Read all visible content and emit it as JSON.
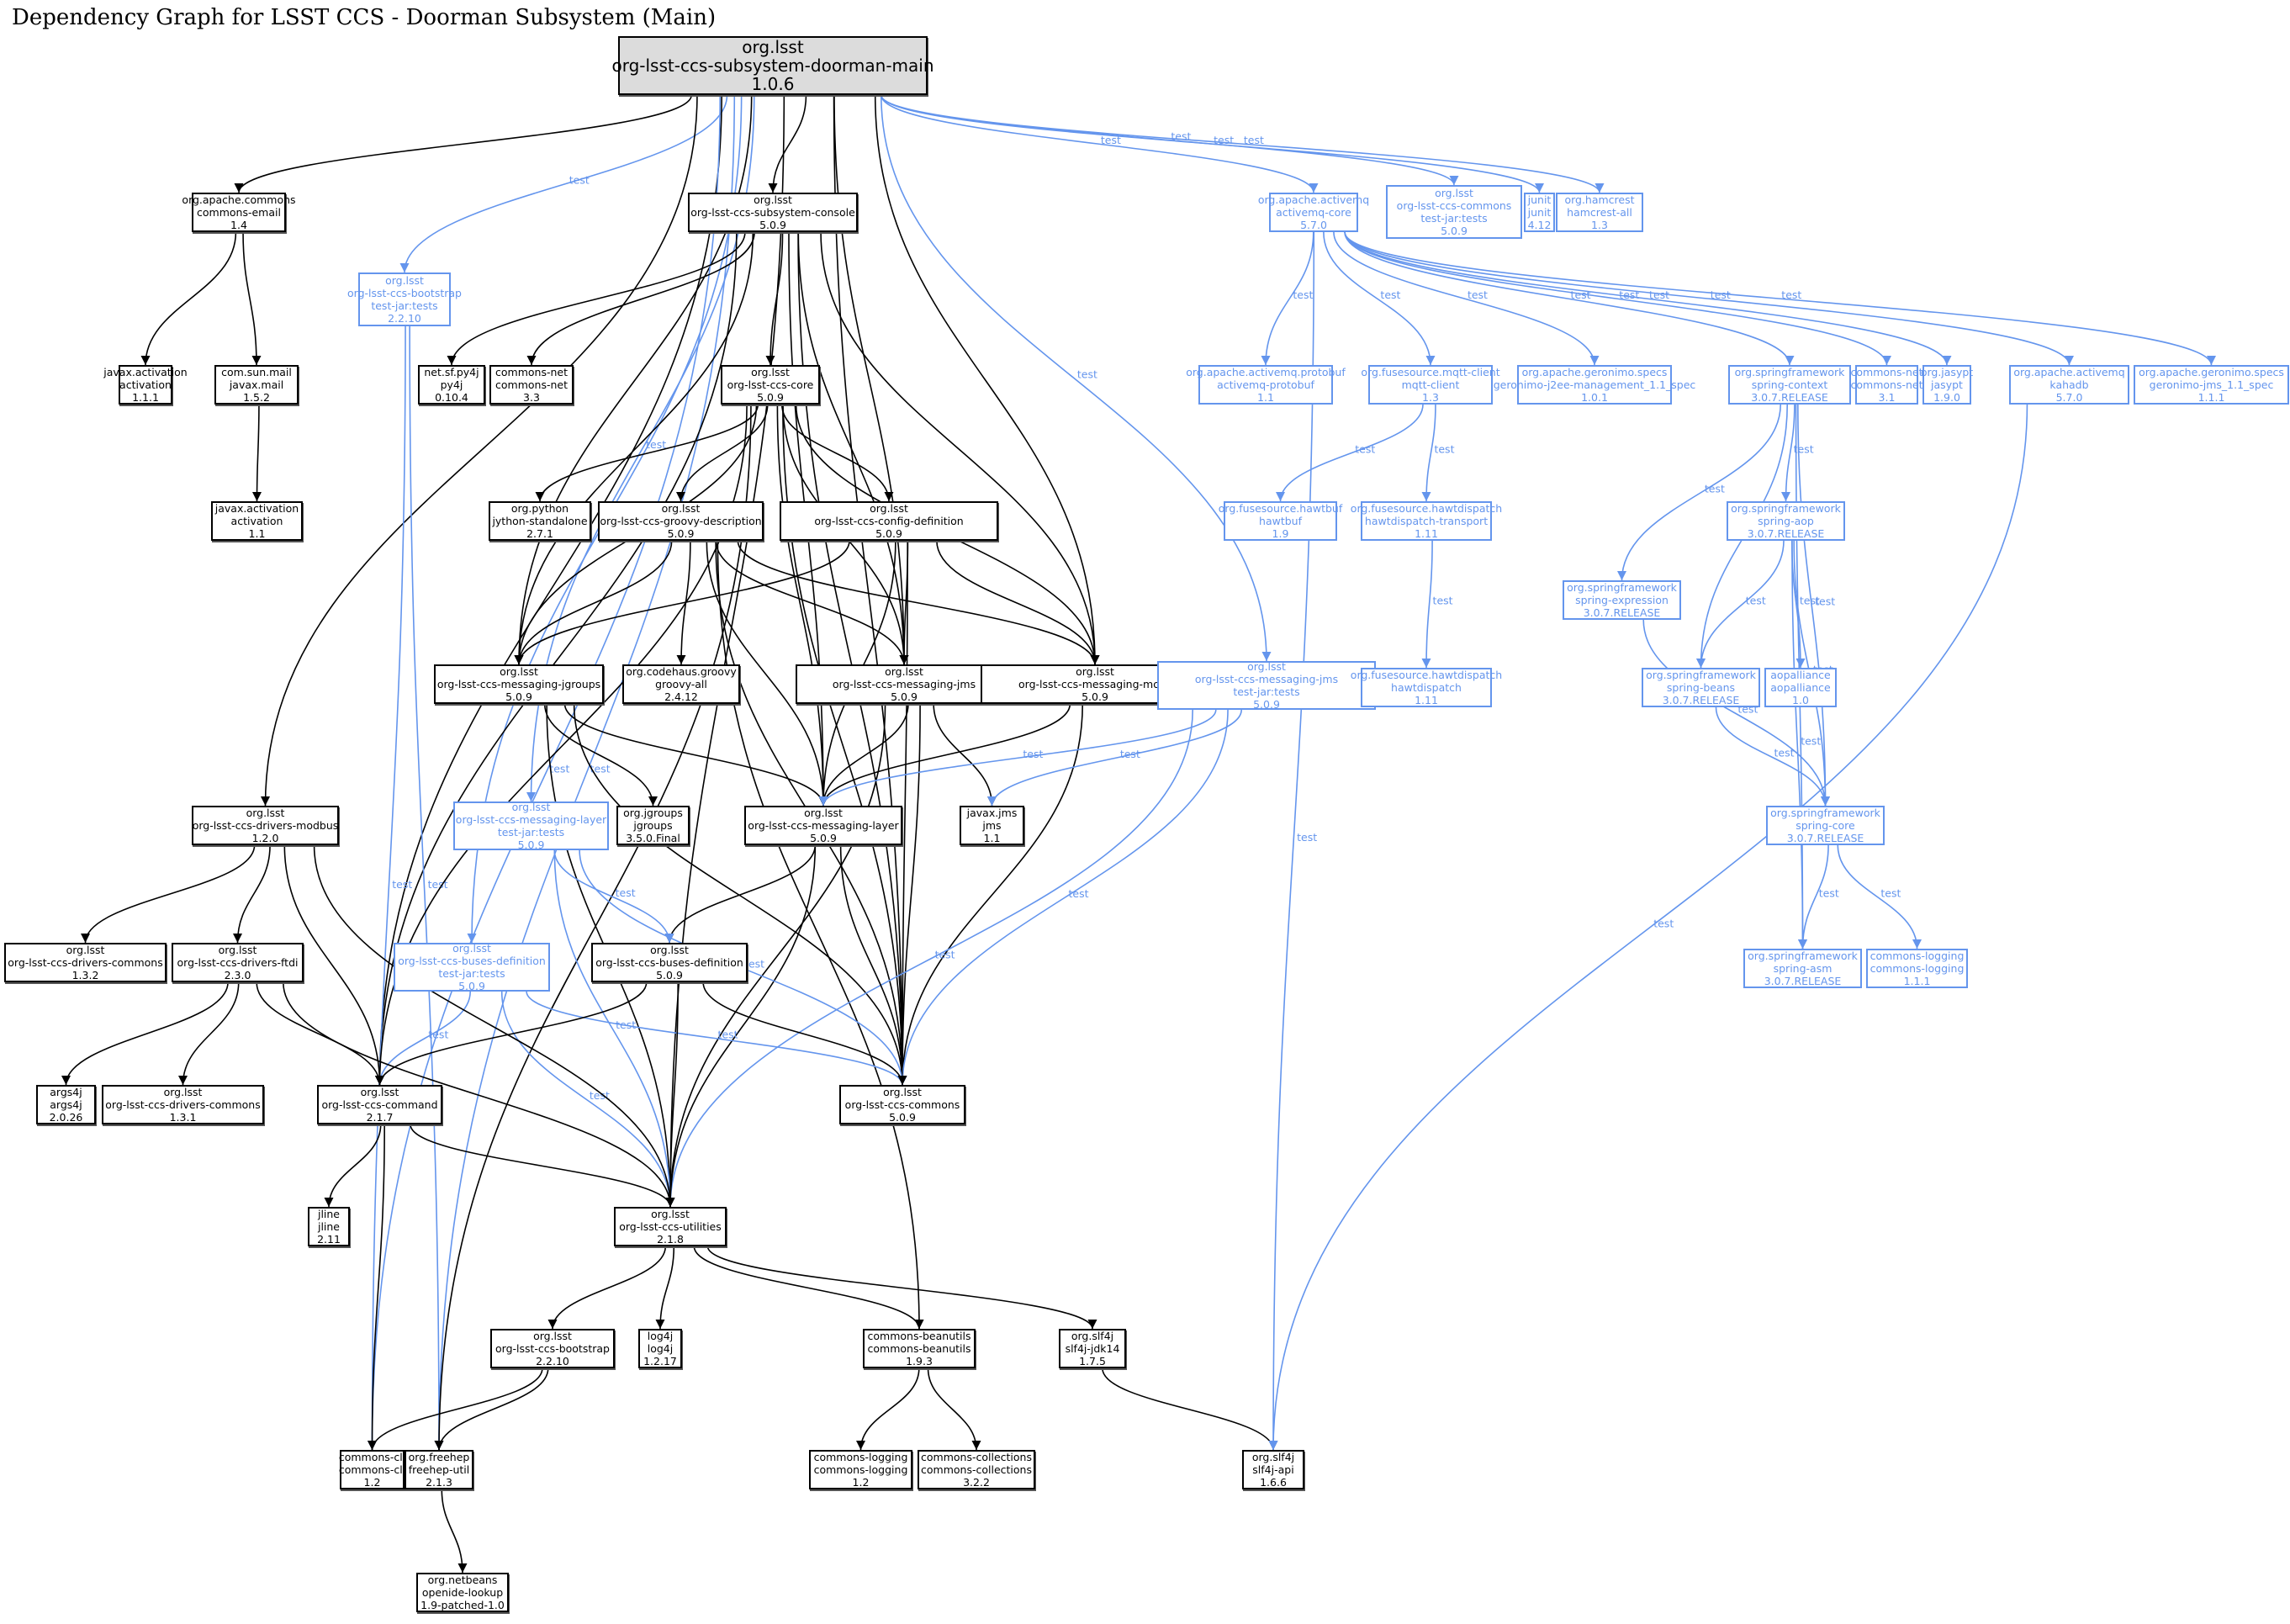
{
  "title": "Dependency Graph for LSST CCS - Doorman Subsystem (Main)",
  "colors": {
    "compile": "#000000",
    "test": "#6495ED",
    "root_fill": "#DCDCDC"
  },
  "nodes": [
    {
      "id": "root",
      "group": "org.lsst",
      "artifact": "org-lsst-ccs-subsystem-doorman-main",
      "version": "1.0.6",
      "scope": "root"
    },
    {
      "id": "email",
      "group": "org.apache.commons",
      "artifact": "commons-email",
      "version": "1.4",
      "scope": "compile"
    },
    {
      "id": "console",
      "group": "org.lsst",
      "artifact": "org-lsst-ccs-subsystem-console",
      "version": "5.0.9",
      "scope": "compile"
    },
    {
      "id": "bootstraptest",
      "group": "org.lsst",
      "artifact": "org-lsst-ccs-bootstrap",
      "classifier": "test-jar:tests",
      "version": "2.2.10",
      "scope": "test"
    },
    {
      "id": "activemqcore",
      "group": "org.apache.activemq",
      "artifact": "activemq-core",
      "version": "5.7.0",
      "scope": "test"
    },
    {
      "id": "commonstest",
      "group": "org.lsst",
      "artifact": "org-lsst-ccs-commons",
      "classifier": "test-jar:tests",
      "version": "5.0.9",
      "scope": "test"
    },
    {
      "id": "junit",
      "group": "junit",
      "artifact": "junit",
      "version": "4.12",
      "scope": "test"
    },
    {
      "id": "hamcrest",
      "group": "org.hamcrest",
      "artifact": "hamcrest-all",
      "version": "1.3",
      "scope": "test"
    },
    {
      "id": "activation111",
      "group": "javax.activation",
      "artifact": "activation",
      "version": "1.1.1",
      "scope": "compile"
    },
    {
      "id": "javaxmail",
      "group": "com.sun.mail",
      "artifact": "javax.mail",
      "version": "1.5.2",
      "scope": "compile"
    },
    {
      "id": "py4j",
      "group": "net.sf.py4j",
      "artifact": "py4j",
      "version": "0.10.4",
      "scope": "compile"
    },
    {
      "id": "commonsnet33",
      "group": "commons-net",
      "artifact": "commons-net",
      "version": "3.3",
      "scope": "compile"
    },
    {
      "id": "core",
      "group": "org.lsst",
      "artifact": "org-lsst-ccs-core",
      "version": "5.0.9",
      "scope": "compile"
    },
    {
      "id": "protobuf",
      "group": "org.apache.activemq.protobuf",
      "artifact": "activemq-protobuf",
      "version": "1.1",
      "scope": "test"
    },
    {
      "id": "mqtt",
      "group": "org.fusesource.mqtt-client",
      "artifact": "mqtt-client",
      "version": "1.3",
      "scope": "test"
    },
    {
      "id": "j2ee",
      "group": "org.apache.geronimo.specs",
      "artifact": "geronimo-j2ee-management_1.1_spec",
      "version": "1.0.1",
      "scope": "test"
    },
    {
      "id": "springcontext",
      "group": "org.springframework",
      "artifact": "spring-context",
      "version": "3.0.7.RELEASE",
      "scope": "test"
    },
    {
      "id": "commonsnet31",
      "group": "commons-net",
      "artifact": "commons-net",
      "version": "3.1",
      "scope": "test"
    },
    {
      "id": "jasypt",
      "group": "org.jasypt",
      "artifact": "jasypt",
      "version": "1.9.0",
      "scope": "test"
    },
    {
      "id": "kahadb",
      "group": "org.apache.activemq",
      "artifact": "kahadb",
      "version": "5.7.0",
      "scope": "test"
    },
    {
      "id": "jmsspec",
      "group": "org.apache.geronimo.specs",
      "artifact": "geronimo-jms_1.1_spec",
      "version": "1.1.1",
      "scope": "test"
    },
    {
      "id": "activation11",
      "group": "javax.activation",
      "artifact": "activation",
      "version": "1.1",
      "scope": "compile"
    },
    {
      "id": "jython",
      "group": "org.python",
      "artifact": "jython-standalone",
      "version": "2.7.1",
      "scope": "compile"
    },
    {
      "id": "groovydesc",
      "group": "org.lsst",
      "artifact": "org-lsst-ccs-groovy-description",
      "version": "5.0.9",
      "scope": "compile"
    },
    {
      "id": "configdef",
      "group": "org.lsst",
      "artifact": "org-lsst-ccs-config-definition",
      "version": "5.0.9",
      "scope": "compile"
    },
    {
      "id": "hawtbuf",
      "group": "org.fusesource.hawtbuf",
      "artifact": "hawtbuf",
      "version": "1.9",
      "scope": "test"
    },
    {
      "id": "hawtdtransport",
      "group": "org.fusesource.hawtdispatch",
      "artifact": "hawtdispatch-transport",
      "version": "1.11",
      "scope": "test"
    },
    {
      "id": "springaop",
      "group": "org.springframework",
      "artifact": "spring-aop",
      "version": "3.0.7.RELEASE",
      "scope": "test"
    },
    {
      "id": "springexpr",
      "group": "org.springframework",
      "artifact": "spring-expression",
      "version": "3.0.7.RELEASE",
      "scope": "test"
    },
    {
      "id": "jgroupsmsg",
      "group": "org.lsst",
      "artifact": "org-lsst-ccs-messaging-jgroups",
      "version": "5.0.9",
      "scope": "compile"
    },
    {
      "id": "groovyall",
      "group": "org.codehaus.groovy",
      "artifact": "groovy-all",
      "version": "2.4.12",
      "scope": "compile"
    },
    {
      "id": "jmsmsg",
      "group": "org.lsst",
      "artifact": "org-lsst-ccs-messaging-jms",
      "version": "5.0.9",
      "scope": "compile"
    },
    {
      "id": "mockmsg",
      "group": "org.lsst",
      "artifact": "org-lsst-ccs-messaging-mock",
      "version": "5.0.9",
      "scope": "compile"
    },
    {
      "id": "jmstest",
      "group": "org.lsst",
      "artifact": "org-lsst-ccs-messaging-jms",
      "classifier": "test-jar:tests",
      "version": "5.0.9",
      "scope": "test"
    },
    {
      "id": "hawtdispatch",
      "group": "org.fusesource.hawtdispatch",
      "artifact": "hawtdispatch",
      "version": "1.11",
      "scope": "test"
    },
    {
      "id": "springbeans",
      "group": "org.springframework",
      "artifact": "spring-beans",
      "version": "3.0.7.RELEASE",
      "scope": "test"
    },
    {
      "id": "aopalliance",
      "group": "aopalliance",
      "artifact": "aopalliance",
      "version": "1.0",
      "scope": "test"
    },
    {
      "id": "modbus",
      "group": "org.lsst",
      "artifact": "org-lsst-ccs-drivers-modbus",
      "version": "1.2.0",
      "scope": "compile"
    },
    {
      "id": "layertest",
      "group": "org.lsst",
      "artifact": "org-lsst-ccs-messaging-layer",
      "classifier": "test-jar:tests",
      "version": "5.0.9",
      "scope": "test"
    },
    {
      "id": "jgroups",
      "group": "org.jgroups",
      "artifact": "jgroups",
      "version": "3.5.0.Final",
      "scope": "compile"
    },
    {
      "id": "layer",
      "group": "org.lsst",
      "artifact": "org-lsst-ccs-messaging-layer",
      "version": "5.0.9",
      "scope": "compile"
    },
    {
      "id": "jms",
      "group": "javax.jms",
      "artifact": "jms",
      "version": "1.1",
      "scope": "compile"
    },
    {
      "id": "springcore",
      "group": "org.springframework",
      "artifact": "spring-core",
      "version": "3.0.7.RELEASE",
      "scope": "test"
    },
    {
      "id": "drvcommons132",
      "group": "org.lsst",
      "artifact": "org-lsst-ccs-drivers-commons",
      "version": "1.3.2",
      "scope": "compile"
    },
    {
      "id": "ftdi",
      "group": "org.lsst",
      "artifact": "org-lsst-ccs-drivers-ftdi",
      "version": "2.3.0",
      "scope": "compile"
    },
    {
      "id": "busestest",
      "group": "org.lsst",
      "artifact": "org-lsst-ccs-buses-definition",
      "classifier": "test-jar:tests",
      "version": "5.0.9",
      "scope": "test"
    },
    {
      "id": "buses",
      "group": "org.lsst",
      "artifact": "org-lsst-ccs-buses-definition",
      "version": "5.0.9",
      "scope": "compile"
    },
    {
      "id": "springasm",
      "group": "org.springframework",
      "artifact": "spring-asm",
      "version": "3.0.7.RELEASE",
      "scope": "test"
    },
    {
      "id": "clogging111",
      "group": "commons-logging",
      "artifact": "commons-logging",
      "version": "1.1.1",
      "scope": "test"
    },
    {
      "id": "args4j",
      "group": "args4j",
      "artifact": "args4j",
      "version": "2.0.26",
      "scope": "compile"
    },
    {
      "id": "drvcommons131",
      "group": "org.lsst",
      "artifact": "org-lsst-ccs-drivers-commons",
      "version": "1.3.1",
      "scope": "compile"
    },
    {
      "id": "command",
      "group": "org.lsst",
      "artifact": "org-lsst-ccs-command",
      "version": "2.1.7",
      "scope": "compile"
    },
    {
      "id": "commons",
      "group": "org.lsst",
      "artifact": "org-lsst-ccs-commons",
      "version": "5.0.9",
      "scope": "compile"
    },
    {
      "id": "jline",
      "group": "jline",
      "artifact": "jline",
      "version": "2.11",
      "scope": "compile"
    },
    {
      "id": "utilities",
      "group": "org.lsst",
      "artifact": "org-lsst-ccs-utilities",
      "version": "2.1.8",
      "scope": "compile"
    },
    {
      "id": "bootstrap",
      "group": "org.lsst",
      "artifact": "org-lsst-ccs-bootstrap",
      "version": "2.2.10",
      "scope": "compile"
    },
    {
      "id": "log4j",
      "group": "log4j",
      "artifact": "log4j",
      "version": "1.2.17",
      "scope": "compile"
    },
    {
      "id": "beanutils",
      "group": "commons-beanutils",
      "artifact": "commons-beanutils",
      "version": "1.9.3",
      "scope": "compile"
    },
    {
      "id": "slf4jjdk14",
      "group": "org.slf4j",
      "artifact": "slf4j-jdk14",
      "version": "1.7.5",
      "scope": "compile"
    },
    {
      "id": "cli",
      "group": "commons-cli",
      "artifact": "commons-cli",
      "version": "1.2",
      "scope": "compile"
    },
    {
      "id": "freehep",
      "group": "org.freehep",
      "artifact": "freehep-util",
      "version": "2.1.3",
      "scope": "compile"
    },
    {
      "id": "clogging12",
      "group": "commons-logging",
      "artifact": "commons-logging",
      "version": "1.2",
      "scope": "compile"
    },
    {
      "id": "collections",
      "group": "commons-collections",
      "artifact": "commons-collections",
      "version": "3.2.2",
      "scope": "compile"
    },
    {
      "id": "slf4japi",
      "group": "org.slf4j",
      "artifact": "slf4j-api",
      "version": "1.6.6",
      "scope": "compile"
    },
    {
      "id": "openide",
      "group": "org.netbeans",
      "artifact": "openide-lookup",
      "version": "1.9-patched-1.0",
      "scope": "compile"
    }
  ],
  "edge_label_test": "test",
  "edges": [
    [
      "root",
      "email",
      "compile"
    ],
    [
      "root",
      "console",
      "compile"
    ],
    [
      "root",
      "bootstraptest",
      "test"
    ],
    [
      "root",
      "activemqcore",
      "test"
    ],
    [
      "root",
      "commonstest",
      "test"
    ],
    [
      "root",
      "junit",
      "test"
    ],
    [
      "root",
      "hamcrest",
      "test"
    ],
    [
      "root",
      "modbus",
      "compile"
    ],
    [
      "root",
      "jgroupsmsg",
      "compile"
    ],
    [
      "root",
      "jmsmsg",
      "compile"
    ],
    [
      "root",
      "mockmsg",
      "compile"
    ],
    [
      "root",
      "layertest",
      "test"
    ],
    [
      "root",
      "busestest",
      "test"
    ],
    [
      "root",
      "jmstest",
      "test"
    ],
    [
      "root",
      "commons",
      "compile"
    ],
    [
      "root",
      "utilities",
      "compile"
    ],
    [
      "root",
      "command",
      "compile"
    ],
    [
      "root",
      "cli",
      "test"
    ],
    [
      "root",
      "freehep",
      "test"
    ],
    [
      "email",
      "activation111",
      "compile"
    ],
    [
      "email",
      "javaxmail",
      "compile"
    ],
    [
      "javaxmail",
      "activation11",
      "compile"
    ],
    [
      "console",
      "py4j",
      "compile"
    ],
    [
      "console",
      "commonsnet33",
      "compile"
    ],
    [
      "console",
      "core",
      "compile"
    ],
    [
      "console",
      "jgroupsmsg",
      "compile"
    ],
    [
      "console",
      "jmsmsg",
      "compile"
    ],
    [
      "console",
      "mockmsg",
      "compile"
    ],
    [
      "console",
      "command",
      "compile"
    ],
    [
      "console",
      "commons",
      "compile"
    ],
    [
      "console",
      "layer",
      "compile"
    ],
    [
      "bootstraptest",
      "freehep",
      "test"
    ],
    [
      "bootstraptest",
      "cli",
      "test"
    ],
    [
      "core",
      "jython",
      "compile"
    ],
    [
      "core",
      "groovydesc",
      "compile"
    ],
    [
      "core",
      "configdef",
      "compile"
    ],
    [
      "core",
      "jgroupsmsg",
      "compile"
    ],
    [
      "core",
      "jmsmsg",
      "compile"
    ],
    [
      "core",
      "mockmsg",
      "compile"
    ],
    [
      "core",
      "layer",
      "compile"
    ],
    [
      "core",
      "commons",
      "compile"
    ],
    [
      "core",
      "command",
      "compile"
    ],
    [
      "core",
      "freehep",
      "compile"
    ],
    [
      "groovydesc",
      "jgroupsmsg",
      "compile"
    ],
    [
      "groovydesc",
      "groovyall",
      "compile"
    ],
    [
      "groovydesc",
      "jmsmsg",
      "compile"
    ],
    [
      "groovydesc",
      "mockmsg",
      "compile"
    ],
    [
      "groovydesc",
      "layer",
      "compile"
    ],
    [
      "groovydesc",
      "commons",
      "compile"
    ],
    [
      "groovydesc",
      "beanutils",
      "compile"
    ],
    [
      "configdef",
      "jgroupsmsg",
      "compile"
    ],
    [
      "configdef",
      "jmsmsg",
      "compile"
    ],
    [
      "configdef",
      "mockmsg",
      "compile"
    ],
    [
      "configdef",
      "layer",
      "compile"
    ],
    [
      "configdef",
      "commons",
      "compile"
    ],
    [
      "jgroupsmsg",
      "jgroups",
      "compile"
    ],
    [
      "jgroupsmsg",
      "layer",
      "compile"
    ],
    [
      "jgroupsmsg",
      "commons",
      "compile"
    ],
    [
      "jgroupsmsg",
      "utilities",
      "compile"
    ],
    [
      "jmsmsg",
      "layer",
      "compile"
    ],
    [
      "jmsmsg",
      "jms",
      "compile"
    ],
    [
      "jmsmsg",
      "commons",
      "compile"
    ],
    [
      "jmsmsg",
      "utilities",
      "compile"
    ],
    [
      "mockmsg",
      "layer",
      "compile"
    ],
    [
      "mockmsg",
      "commons",
      "compile"
    ],
    [
      "jmstest",
      "layer",
      "test"
    ],
    [
      "jmstest",
      "jms",
      "test"
    ],
    [
      "jmstest",
      "commons",
      "test"
    ],
    [
      "jmstest",
      "utilities",
      "test"
    ],
    [
      "layer",
      "buses",
      "compile"
    ],
    [
      "layer",
      "commons",
      "compile"
    ],
    [
      "layer",
      "utilities",
      "compile"
    ],
    [
      "layertest",
      "buses",
      "test"
    ],
    [
      "layertest",
      "commons",
      "test"
    ],
    [
      "layertest",
      "utilities",
      "test"
    ],
    [
      "busestest",
      "command",
      "test"
    ],
    [
      "busestest",
      "utilities",
      "test"
    ],
    [
      "busestest",
      "commons",
      "test"
    ],
    [
      "buses",
      "command",
      "compile"
    ],
    [
      "buses",
      "commons",
      "compile"
    ],
    [
      "buses",
      "utilities",
      "compile"
    ],
    [
      "modbus",
      "drvcommons132",
      "compile"
    ],
    [
      "modbus",
      "ftdi",
      "compile"
    ],
    [
      "modbus",
      "command",
      "compile"
    ],
    [
      "modbus",
      "utilities",
      "compile"
    ],
    [
      "ftdi",
      "args4j",
      "compile"
    ],
    [
      "ftdi",
      "drvcommons131",
      "compile"
    ],
    [
      "ftdi",
      "command",
      "compile"
    ],
    [
      "ftdi",
      "utilities",
      "compile"
    ],
    [
      "command",
      "jline",
      "compile"
    ],
    [
      "command",
      "utilities",
      "compile"
    ],
    [
      "command",
      "cli",
      "compile"
    ],
    [
      "utilities",
      "bootstrap",
      "compile"
    ],
    [
      "utilities",
      "log4j",
      "compile"
    ],
    [
      "utilities",
      "beanutils",
      "compile"
    ],
    [
      "utilities",
      "slf4jjdk14",
      "compile"
    ],
    [
      "bootstrap",
      "cli",
      "compile"
    ],
    [
      "bootstrap",
      "freehep",
      "compile"
    ],
    [
      "freehep",
      "openide",
      "compile"
    ],
    [
      "beanutils",
      "clogging12",
      "compile"
    ],
    [
      "beanutils",
      "collections",
      "compile"
    ],
    [
      "slf4jjdk14",
      "slf4japi",
      "compile"
    ],
    [
      "activemqcore",
      "protobuf",
      "test"
    ],
    [
      "activemqcore",
      "mqtt",
      "test"
    ],
    [
      "activemqcore",
      "j2ee",
      "test"
    ],
    [
      "activemqcore",
      "springcontext",
      "test"
    ],
    [
      "activemqcore",
      "commonsnet31",
      "test"
    ],
    [
      "activemqcore",
      "jasypt",
      "test"
    ],
    [
      "activemqcore",
      "kahadb",
      "test"
    ],
    [
      "activemqcore",
      "jmsspec",
      "test"
    ],
    [
      "activemqcore",
      "slf4japi",
      "test"
    ],
    [
      "mqtt",
      "hawtbuf",
      "test"
    ],
    [
      "mqtt",
      "hawtdtransport",
      "test"
    ],
    [
      "hawtdtransport",
      "hawtdispatch",
      "test"
    ],
    [
      "springcontext",
      "springexpr",
      "test"
    ],
    [
      "springcontext",
      "springaop",
      "test"
    ],
    [
      "springcontext",
      "springbeans",
      "test"
    ],
    [
      "springcontext",
      "springcore",
      "test"
    ],
    [
      "springcontext",
      "springasm",
      "test"
    ],
    [
      "springaop",
      "springbeans",
      "test"
    ],
    [
      "springaop",
      "aopalliance",
      "test"
    ],
    [
      "springaop",
      "springcore",
      "test"
    ],
    [
      "springaop",
      "springasm",
      "test"
    ],
    [
      "springexpr",
      "springcore",
      "test"
    ],
    [
      "springbeans",
      "springcore",
      "test"
    ],
    [
      "springcore",
      "springasm",
      "test"
    ],
    [
      "springcore",
      "clogging111",
      "test"
    ],
    [
      "kahadb",
      "slf4japi",
      "test"
    ]
  ]
}
